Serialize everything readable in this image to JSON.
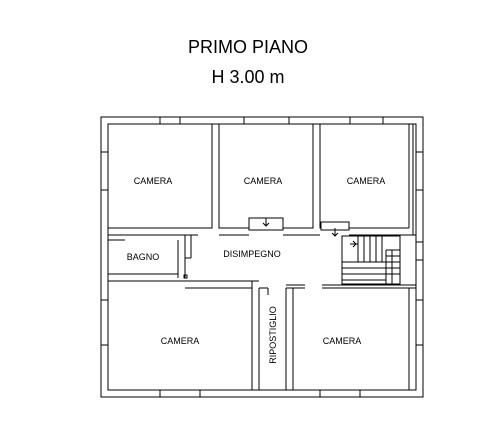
{
  "header": {
    "title": "PRIMO PIANO",
    "height": "H 3.00 m"
  },
  "rooms": {
    "camera_top_left": "CAMERA",
    "camera_top_center": "CAMERA",
    "camera_top_right": "CAMERA",
    "bagno": "BAGNO",
    "disimpegno": "DISIMPEGNO",
    "camera_bottom_left": "CAMERA",
    "ripostiglio": "RIPOSTIGLIO",
    "camera_bottom_right": "CAMERA"
  },
  "colors": {
    "wall": "#000000",
    "background": "#ffffff"
  }
}
